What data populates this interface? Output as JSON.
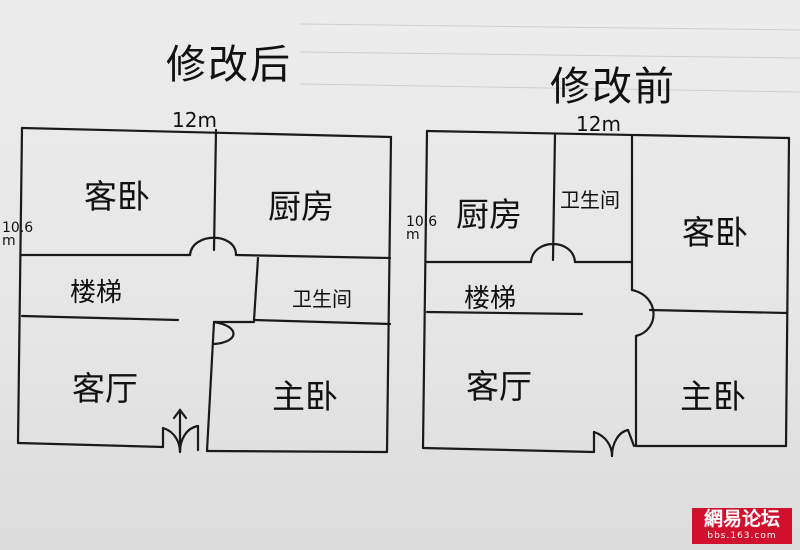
{
  "plans": {
    "after": {
      "title": "修改后",
      "width_label": "12m",
      "height_label": "10.6m",
      "height_label_lines": [
        "10.6",
        "m"
      ],
      "rooms": {
        "guest_bedroom": "客卧",
        "kitchen": "厨房",
        "stairs": "楼梯",
        "bathroom": "卫生间",
        "living_room": "客厅",
        "master_bedroom": "主卧"
      }
    },
    "before": {
      "title": "修改前",
      "width_label": "12m",
      "height_label": "10.6m",
      "height_label_lines": [
        "10.6",
        "m"
      ],
      "rooms": {
        "kitchen": "厨房",
        "bathroom": "卫生间",
        "guest_bedroom": "客卧",
        "stairs": "楼梯",
        "living_room": "客厅",
        "master_bedroom": "主卧"
      }
    }
  },
  "watermark": {
    "main": "網易论坛",
    "sub": "bbs.163.com",
    "color": "#d0102c"
  }
}
